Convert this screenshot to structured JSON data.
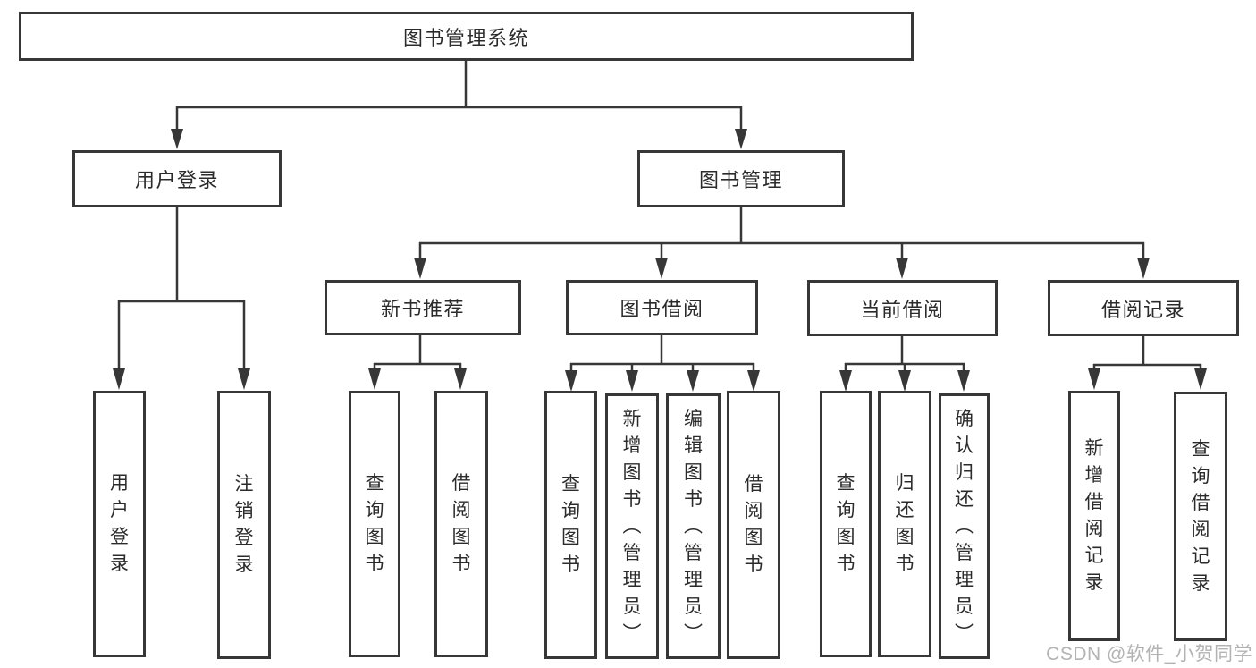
{
  "tree": {
    "root": {
      "label": "图书管理系统"
    },
    "branches": {
      "user": {
        "label": "用户登录"
      },
      "mgmt": {
        "label": "图书管理"
      }
    },
    "modules": {
      "new_books": {
        "label": "新书推荐"
      },
      "borrowing": {
        "label": "图书借阅"
      },
      "current": {
        "label": "当前借阅"
      },
      "records": {
        "label": "借阅记录"
      }
    },
    "leaves": {
      "user_login": "用户登录",
      "logout": "注销登录",
      "nb_query": "查询图书",
      "nb_borrow": "借阅图书",
      "bb_query": "查询图书",
      "bb_add": "新增图书（管理员）",
      "bb_edit": "编辑图书（管理员）",
      "bb_borrow": "借阅图书",
      "cb_query": "查询图书",
      "cb_return": "归还图书",
      "cb_confirm": "确认归还（管理员）",
      "br_add": "新增借阅记录",
      "br_query": "查询借阅记录"
    }
  },
  "watermark": "CSDN @软件_小贺同学",
  "colors": {
    "line": "#373737",
    "box_border": "#373737",
    "text": "#2b2b2b",
    "watermark_text": "#b3b3b3",
    "background": "#ffffff"
  }
}
